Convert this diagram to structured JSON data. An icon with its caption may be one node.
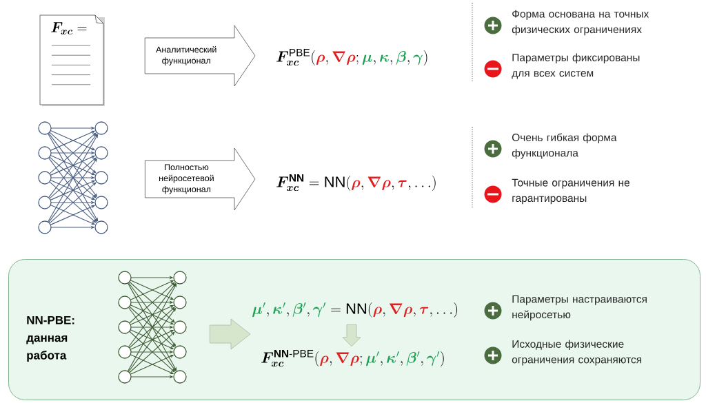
{
  "diagram": {
    "nodes": [
      {
        "text": [
          "\\bm{F_{xc}} ="
        ]
      },
      {
        "text": [
          "\\bm{F}_{\\bm{xc}}^{\\mathrm{PBE}}(\\textcolor[HTML]{E02020}{\\bm{\\rho}}, \\textcolor[HTML]{E02020}{\\bm{\\nabla\\rho}}; \\textcolor[HTML]{1FA055}{\\bm{\\mu}}, \\textcolor[HTML]{1FA055}{\\bm{\\kappa}}, \\textcolor[HTML]{1FA055}{\\bm{\\beta}}, \\textcolor[HTML]{1FA055}{\\bm{\\gamma}})"
        ]
      },
      {
        "text": [],
        "shape": "picture"
      },
      {
        "text": [
          "\\bm{F}_{\\bm{xc}}^{\\mathbf{NN}} = \\mathrm{NN}(\\textcolor[HTML]{E02020}{\\bm{\\rho}}, \\textcolor[HTML]{E02020}{\\bm{\\nabla\\rho}}, \\textcolor[HTML]{E02020}{\\bm{\\tau}}, \\ldots)"
        ]
      },
      {
        "text": [
          "NN-PBE: данная работа"
        ]
      },
      {
        "text": [],
        "shape": "picture",
        "in": 4
      },
      {
        "text": [
          "\\textcolor[HTML]{1FA055}{\\bm{\\mu}'}, \\textcolor[HTML]{1FA055}{\\bm{\\kappa}'}, \\textcolor[HTML]{1FA055}{\\bm{\\beta}'}, \\textcolor[HTML]{1FA055}{\\bm{\\gamma}'} = \\mathrm{NN}(\\textcolor[HTML]{E02020}{\\bm{\\rho}}, \\textcolor[HTML]{E02020}{\\bm{\\nabla\\rho}}, \\textcolor[HTML]{E02020}{\\bm{\\tau}}, \\ldots)"
        ],
        "in": 4
      },
      {
        "text": [
          "\\bm{F}_{\\bm{xc}}^{\\mathbf{NN}\\text{-}\\mathrm{PBE}}(\\textcolor[HTML]{E02020}{\\bm{\\rho}}, \\textcolor[HTML]{E02020}{\\bm{\\nabla\\rho}}; \\textcolor[HTML]{1FA055}{\\bm{\\mu}'}, \\textcolor[HTML]{1FA055}{\\bm{\\kappa}'}, \\textcolor[HTML]{1FA055}{\\bm{\\beta}'}, \\textcolor[HTML]{1FA055}{\\bm{\\gamma}'})"
        ],
        "in": 4
      }
    ],
    "edges": [
      {
        "from": 0,
        "to": 1,
        "arrow": "to",
        "label": "Аналитический функционал"
      },
      {
        "from": 2,
        "to": 3,
        "arrow": "to",
        "label": "Полностью нейросетевой функционал"
      },
      {
        "from": 5,
        "to": 6,
        "arrow": "to",
        "color": "#d5e6cc"
      },
      {
        "from": 6,
        "to": 7,
        "arrow": "to",
        "color": "#d5e6cc"
      }
    ],
    "labels": [
      "Форма основана на точных физических ограничениях",
      "Параметры фиксированы для всех систем",
      "Очень гибкая форма функционала",
      "Точные ограничения не гарантированы",
      "Параметры настраиваются нейросетью",
      "Исходные физические ограничения сохраняются"
    ]
  }
}
